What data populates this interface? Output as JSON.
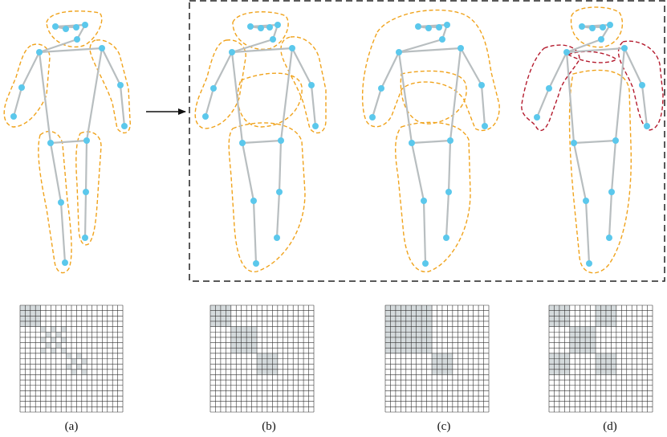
{
  "colors": {
    "joint": "#5bc8ec",
    "bone": "#b8bec0",
    "group_outline": "#f0a31c",
    "highlight_outline": "#b41b2e",
    "matrix_fill": "#d4dadc",
    "grid_line": "#333333",
    "frame": "#222222"
  },
  "matrix": {
    "size": 20
  },
  "panels": [
    {
      "label": "(a)",
      "blocks": [
        [
          0,
          4
        ]
      ],
      "checker": [
        [
          4,
          9
        ],
        [
          9,
          13
        ]
      ]
    },
    {
      "label": "(b)",
      "blocks": [
        [
          0,
          4
        ],
        [
          4,
          9
        ],
        [
          9,
          13
        ]
      ]
    },
    {
      "label": "(c)",
      "blocks": [
        [
          0,
          9
        ],
        [
          9,
          13
        ]
      ]
    },
    {
      "label": "(d)",
      "blocks": [
        [
          0,
          4
        ],
        [
          4,
          9
        ],
        [
          9,
          13
        ]
      ],
      "extra": [
        [
          0,
          4,
          9,
          13
        ],
        [
          9,
          13,
          0,
          4
        ]
      ]
    }
  ]
}
